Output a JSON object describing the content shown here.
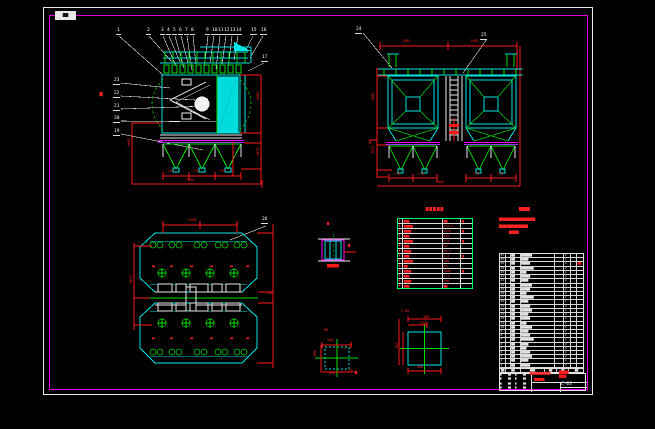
{
  "frame": {
    "zone_label": "▆▆"
  },
  "callouts": {
    "top": [
      "1",
      "2",
      "3",
      "4",
      "5",
      "6",
      "7",
      "8",
      "9",
      "10",
      "11",
      "12",
      "13",
      "14",
      "15",
      "16"
    ],
    "extra": "17",
    "left": [
      "23",
      "22",
      "21",
      "20",
      "19"
    ],
    "side": [
      "24",
      "25"
    ],
    "plan": [
      "26"
    ]
  },
  "dims": {
    "labels": [
      "716",
      "716",
      "716",
      "3040",
      "1640",
      "2860",
      "1330",
      "1485",
      "1485",
      "1900",
      "1130",
      "716",
      "716",
      "716",
      "716",
      "3980",
      "2580",
      "3240",
      "120",
      "Φ6",
      "340",
      "400",
      "440",
      "2-Φ9",
      "300",
      "250",
      "350",
      "400",
      "▆",
      "▆",
      "▆▆",
      "▆"
    ]
  },
  "notes": {
    "lines": [
      "▆▆▆▆",
      "▆▆▆▆▆▆▆▆▆▆▆▆▆▆▆",
      "▆▆▆▆▆▆▆▆▆▆▆▆",
      "▆▆▆▆"
    ]
  },
  "tech_table": {
    "title": "▆▆▆▆▆",
    "row_marker": "▆",
    "rows": [
      [
        "▆▆▆",
        "▆▆",
        "▆"
      ],
      [
        "▆▆▆▆▆",
        "131-4",
        ""
      ],
      [
        "▆▆▆▆",
        "2976",
        "▆"
      ],
      [
        "▆▆▆",
        "120",
        ""
      ],
      [
        "▆▆▆▆▆",
        "0.8",
        "▆"
      ],
      [
        "▆▆▆",
        "96",
        ""
      ],
      [
        "▆▆▆▆",
        "≤0.5",
        ""
      ],
      [
        "▆▆▆",
        "1.2",
        "▆"
      ],
      [
        "▆▆▆▆▆",
        "380",
        ""
      ],
      [
        "▆▆",
        "30",
        ""
      ],
      [
        "▆▆▆▆",
        "5800",
        "▆"
      ],
      [
        "▆▆▆",
        "2.2",
        ""
      ],
      [
        "▆▆▆▆",
        "450",
        ""
      ],
      [
        "▆▆▆",
        "▆▆",
        ""
      ]
    ]
  },
  "bom": {
    "header": [
      "▆▆",
      "▆▆",
      "▆▆▆",
      "▆▆",
      "▆▆",
      "▆▆"
    ],
    "red_note_row": 2,
    "rows": [
      [
        "27",
        "▆▆",
        "▆▆▆▆▆▆",
        "2",
        ""
      ],
      [
        "26",
        "▆▆",
        "▆▆▆▆",
        "1",
        ""
      ],
      [
        "25",
        "▆▆",
        "▆▆▆▆▆",
        "4",
        "▆▆"
      ],
      [
        "24",
        "▆▆",
        "▆▆▆▆▆▆▆",
        "2",
        ""
      ],
      [
        "23",
        "▆▆",
        "▆▆▆",
        "1",
        ""
      ],
      [
        "22",
        "▆▆",
        "▆▆▆▆▆",
        "1",
        ""
      ],
      [
        "21",
        "▆▆",
        "▆▆▆▆",
        "2",
        ""
      ],
      [
        "20",
        "▆▆",
        "▆▆▆▆▆▆",
        "4",
        ""
      ],
      [
        "19",
        "▆▆",
        "▆▆▆▆▆",
        "1",
        ""
      ],
      [
        "18",
        "▆▆",
        "▆▆▆",
        "2",
        ""
      ],
      [
        "17",
        "▆▆",
        "▆▆▆▆▆▆▆",
        "1",
        ""
      ],
      [
        "16",
        "▆▆",
        "▆▆▆▆",
        "1",
        ""
      ],
      [
        "15",
        "▆▆",
        "▆▆▆▆▆",
        "2",
        ""
      ],
      [
        "14",
        "▆▆",
        "▆▆▆▆▆▆",
        "1",
        ""
      ],
      [
        "13",
        "▆▆",
        "▆▆▆▆",
        "4",
        ""
      ],
      [
        "12",
        "▆▆",
        "▆▆▆▆▆",
        "2",
        ""
      ],
      [
        "11",
        "▆▆",
        "▆▆▆",
        "1",
        ""
      ],
      [
        "10",
        "▆▆",
        "▆▆▆▆▆▆",
        "1",
        ""
      ],
      [
        "9",
        "▆▆",
        "▆▆▆▆",
        "2",
        ""
      ],
      [
        "8",
        "▆▆",
        "▆▆▆▆▆",
        "1",
        ""
      ],
      [
        "7",
        "▆▆",
        "▆▆▆▆▆▆▆",
        "1",
        ""
      ],
      [
        "6",
        "▆▆",
        "▆▆▆▆",
        "2",
        ""
      ],
      [
        "5",
        "▆▆",
        "▆▆▆",
        "4",
        ""
      ],
      [
        "4",
        "▆▆",
        "▆▆▆▆▆",
        "1",
        ""
      ],
      [
        "3",
        "▆▆",
        "▆▆▆▆▆▆",
        "2",
        ""
      ],
      [
        "2",
        "▆▆",
        "▆▆▆▆",
        "1",
        ""
      ],
      [
        "1",
        "▆▆",
        "▆▆▆▆▆",
        "1",
        ""
      ]
    ]
  },
  "title_block": {
    "grid": [
      [
        "▆",
        "▆▆",
        "▆",
        "▆▆"
      ],
      [
        "▆",
        "▆▆",
        "▆",
        "▆▆"
      ],
      [
        "▆",
        "▆▆",
        "▆",
        "▆▆"
      ],
      [
        "▆",
        "▆▆",
        "▆",
        "▆▆"
      ]
    ],
    "red_line1": "▆▆▆▆▆▆▆▆",
    "red_block": [
      "▆▆▆▆",
      "▆▆▆"
    ],
    "red_line2": "▆▆▆▆▆",
    "drawing_no": "C-03"
  }
}
